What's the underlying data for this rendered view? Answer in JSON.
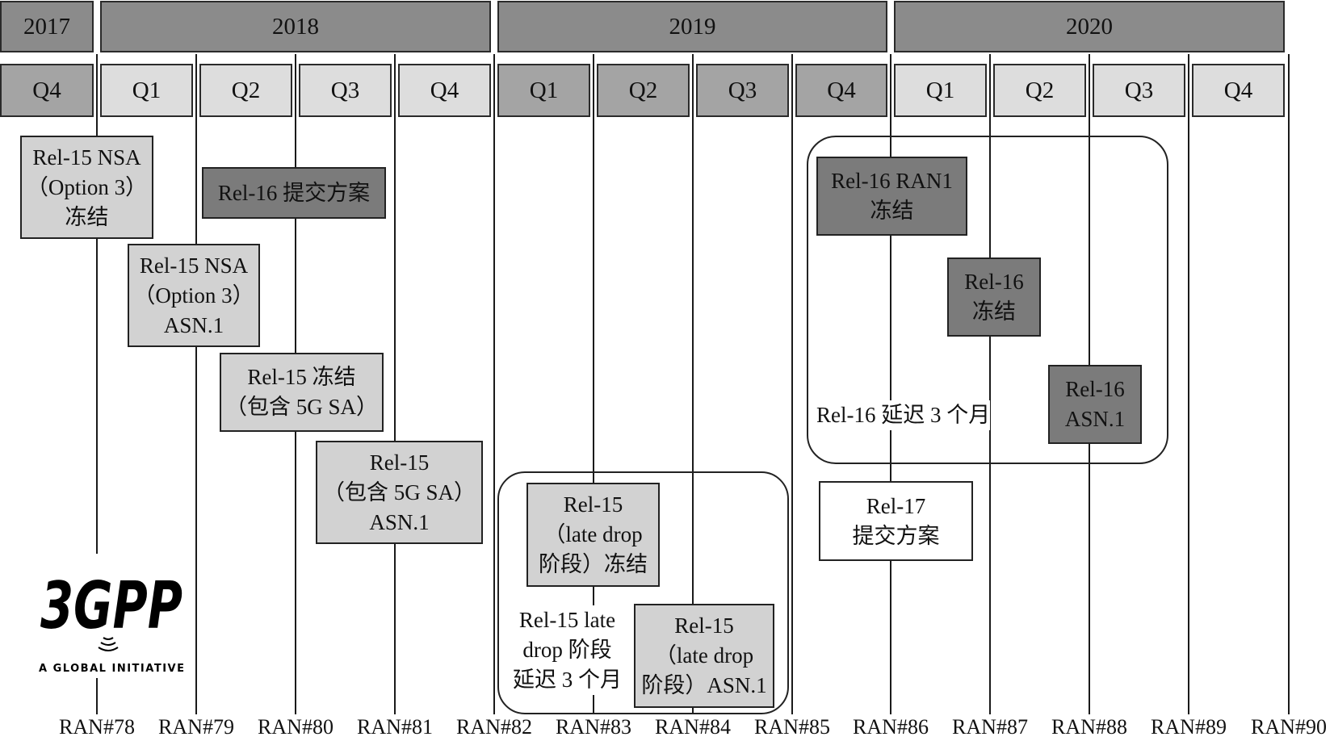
{
  "diagram": {
    "years": [
      "2017",
      "2018",
      "2019",
      "2020"
    ],
    "quarters": [
      "Q4",
      "Q1",
      "Q2",
      "Q3",
      "Q4",
      "Q1",
      "Q2",
      "Q3",
      "Q4",
      "Q1",
      "Q2",
      "Q3",
      "Q4"
    ],
    "meetings": [
      "RAN#78",
      "RAN#79",
      "RAN#80",
      "RAN#81",
      "RAN#82",
      "RAN#83",
      "RAN#84",
      "RAN#85",
      "RAN#86",
      "RAN#87",
      "RAN#88",
      "RAN#89",
      "RAN#90"
    ],
    "milestones": [
      {
        "lines": [
          "Rel-15 NSA",
          "（Option 3）",
          "冻结"
        ]
      },
      {
        "lines": [
          "Rel-16 提交方案"
        ]
      },
      {
        "lines": [
          "Rel-15 NSA",
          "（Option 3）",
          "ASN.1"
        ]
      },
      {
        "lines": [
          "Rel-15 冻结",
          "（包含 5G SA）"
        ]
      },
      {
        "lines": [
          "Rel-15",
          "（包含 5G SA）",
          "ASN.1"
        ]
      },
      {
        "lines": [
          "Rel-15",
          "（late drop",
          "阶段）冻结"
        ]
      },
      {
        "lines": [
          "Rel-15",
          "（late drop",
          "阶段）ASN.1"
        ]
      },
      {
        "lines": [
          "Rel-16 RAN1",
          "冻结"
        ]
      },
      {
        "lines": [
          "Rel-16",
          "冻结"
        ]
      },
      {
        "lines": [
          "Rel-16",
          "ASN.1"
        ]
      },
      {
        "lines": [
          "Rel-17",
          "提交方案"
        ]
      }
    ],
    "notes": [
      {
        "lines": [
          "Rel-15 late",
          "drop 阶段",
          "延迟 3 个月"
        ]
      },
      {
        "lines": [
          "Rel-16 延迟 3 个月"
        ]
      }
    ]
  },
  "logo": {
    "mark": "3GPP",
    "tagline": "A GLOBAL INITIATIVE"
  },
  "colors": {
    "year_fill": "#8b8b8b",
    "quarter_dark": "#a4a4a4",
    "quarter_light": "#dddddd",
    "box_light": "#d2d2d2",
    "box_dark": "#7b7b7b",
    "box_white": "#ffffff",
    "line": "#1a1a1a"
  }
}
